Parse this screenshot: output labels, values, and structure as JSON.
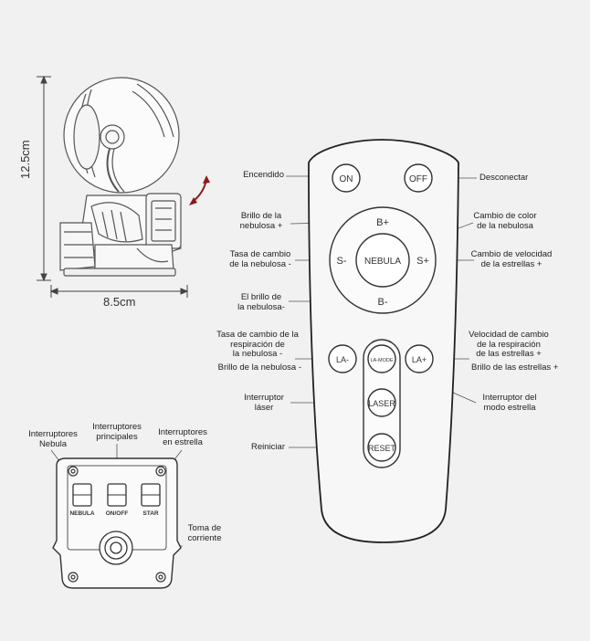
{
  "dimensions": {
    "height": "12.5cm",
    "width": "8.5cm"
  },
  "remote": {
    "buttons": {
      "on": "ON",
      "off": "OFF",
      "b_plus": "B+",
      "s_minus": "S-",
      "nebula": "NEBULA",
      "s_plus": "S+",
      "b_minus": "B-",
      "la_minus": "LA-",
      "la_mode": "LA-MODE",
      "la_plus": "LA+",
      "laser": "LASER",
      "reset": "RESET"
    },
    "labels": {
      "encendido": "Encendido",
      "desconectar": "Desconectar",
      "brillo_nebulosa_plus": [
        "Brillo de la",
        "nebulosa +"
      ],
      "cambio_color": [
        "Cambio de color",
        "de la nebulosa"
      ],
      "tasa_cambio_nebulosa": [
        "Tasa de cambio",
        "de la nebulosa -"
      ],
      "cambio_velocidad_estrellas": [
        "Cambio de velocidad",
        "de la estrellas +"
      ],
      "brillo_nebulosa_minus": [
        "El brillo de",
        "la nebulosa-"
      ],
      "tasa_respiracion_nebulosa": [
        "Tasa de cambio de la",
        "respiración de",
        "la nebulosa -"
      ],
      "brillo_nebulosa_minus_2": "Brillo de la nebulosa -",
      "velocidad_respiracion_estrellas": [
        "Velocidad de cambio",
        "de la respiración",
        "de las estrellas +"
      ],
      "brillo_estrellas_plus": "Brillo de las estrellas +",
      "interruptor_laser": [
        "Interruptor",
        "láser"
      ],
      "interruptor_modo_estrella": [
        "Interruptor del",
        "modo estrella"
      ],
      "reiniciar": "Reiniciar"
    }
  },
  "base_panel": {
    "labels": {
      "interruptores_nebula": [
        "Interruptores",
        "Nebula"
      ],
      "interruptores_principales": [
        "Interruptores",
        "principales"
      ],
      "interruptores_estrella": [
        "Interruptores",
        "en estrella"
      ],
      "toma_corriente": [
        "Toma de",
        "corriente"
      ]
    },
    "switches": {
      "nebula": "NEBULA",
      "on_off": "ON/OFF",
      "star": "STAR"
    }
  }
}
